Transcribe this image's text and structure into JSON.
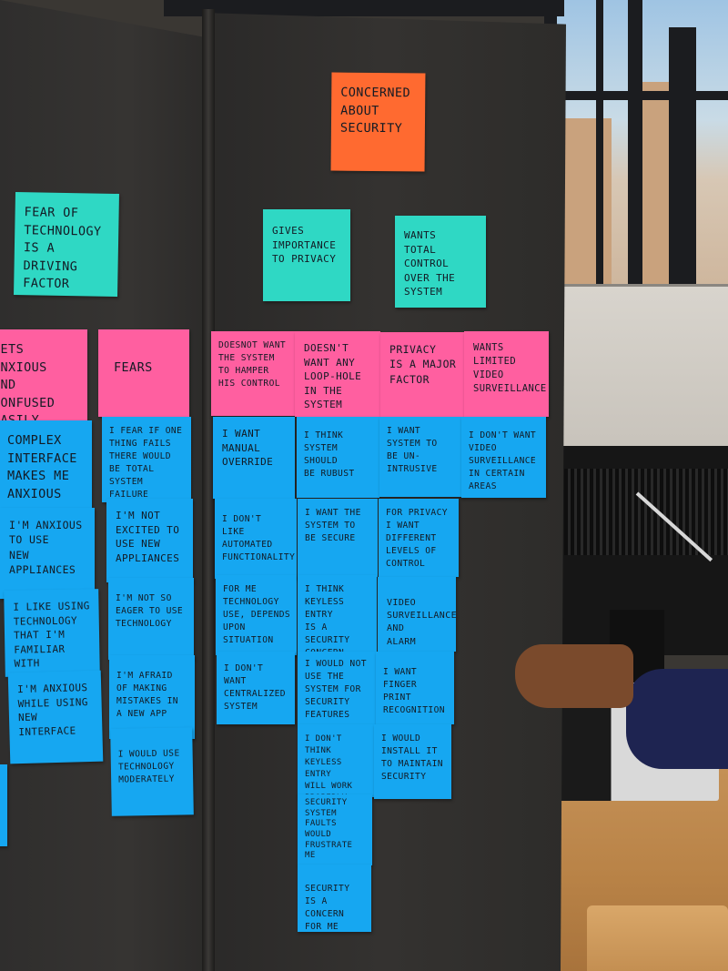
{
  "scene": {
    "header_note": "Concerned\nabout\nsecurity",
    "left_category": "Fear of\ntechnology\nis a driving\nfactor",
    "category_privacy": "Gives\nimportance\nto privacy",
    "category_control": "Wants\ntotal control\nover the\nsystem"
  },
  "left_board": {
    "pink_anxious": "Gets anxious\nand\nconfused\neasily",
    "pink_fears": "Fears",
    "col1": [
      "Complex\ninterface\nmakes me\nanxious",
      "I'm anxious\nto use\nnew\nappliances",
      "I like using\ntechnology\nthat I'm\nfamiliar with",
      "I'm anxious\nwhile using\nnew interface"
    ],
    "col2": [
      "I fear if one\nthing fails\nthere would\nbe total system\nfailure",
      "I'm not\nexcited to\nuse new\nappliances",
      "I'm not so\neager to use\ntechnology",
      "I'm afraid\nof making\nmistakes in\na new app",
      "I would use\ntechnology\nmoderately"
    ]
  },
  "center_board": {
    "pink": [
      "Doesnot want\nthe system\nto hamper\nhis control",
      "Doesn't\nwant any\nloop-hole\nin the system",
      "Privacy\nis a major\nfactor",
      "Wants\nlimited\nvideo\nsurveillance"
    ],
    "colA": [
      "I want\nmanual\noverride",
      "I don't\nlike\nautomated\nfunctionality",
      "For me\ntechnology\nuse, depends\nupon situation",
      "I don't want\ncentralized\nsystem"
    ],
    "colB": [
      "I think\nsystem should\nbe rubust",
      "I want the\nsystem to\nbe secure",
      "I think\nkeyless entry\nis a security\nconcern",
      "I would not\nuse the\nsystem for\nsecurity\nfeatures",
      "I don't think\nkeyless entry\nwill work\nproperly",
      "Security\nsystem\nfaults\nwould\nfrustrate\nme",
      "Security\nis a concern\nfor me"
    ],
    "colC": [
      "I want\nsystem to\nbe un-\nintrusive",
      "For privacy\nI want\ndifferent\nlevels of\ncontrol",
      "Video\nsurveillance\nand\nalarm",
      "I want\nfinger print\nrecognition",
      "I would\ninstall it\nto maintain\nsecurity"
    ],
    "colD": [
      "I don't want\nvideo\nsurveillance\nin certain\nareas"
    ]
  },
  "colors": {
    "orange": "#ff6a30",
    "teal": "#2fd8c4",
    "pink": "#ff5fa0",
    "blue": "#16a7f1"
  }
}
